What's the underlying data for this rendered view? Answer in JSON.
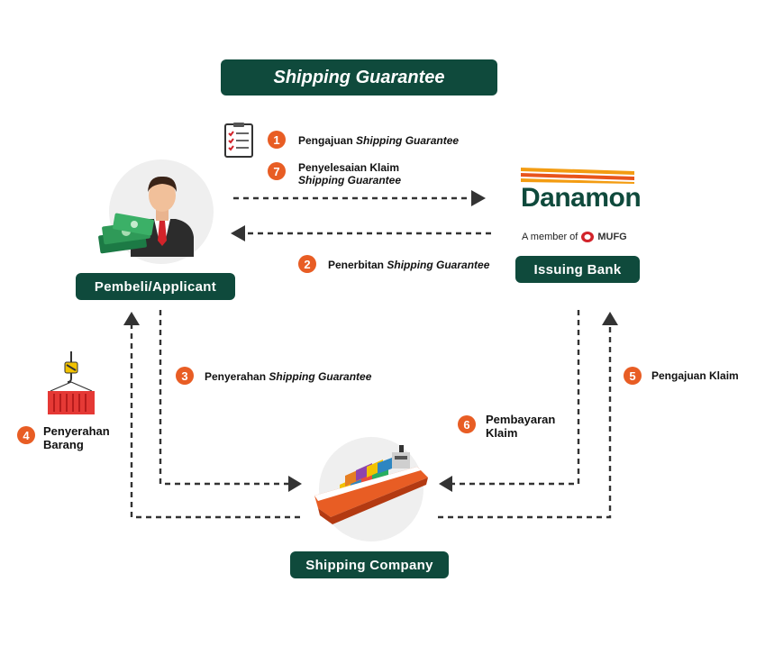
{
  "title": "Shipping Guarantee",
  "nodes": {
    "applicant": "Pembeli/Applicant",
    "bank": "Issuing Bank",
    "shipping": "Shipping Company"
  },
  "bank_logo": {
    "name": "Danamon",
    "member_prefix": "A member of",
    "member_brand": "MUFG"
  },
  "steps": {
    "s1": {
      "num": "1",
      "label": "Pengajuan",
      "label_italic": "Shipping Guarantee"
    },
    "s7": {
      "num": "7",
      "label": "Penyelesaian Klaim",
      "label_italic": "Shipping Guarantee"
    },
    "s2": {
      "num": "2",
      "label": "Penerbitan",
      "label_italic": "Shipping Guarantee"
    },
    "s3": {
      "num": "3",
      "label": "Penyerahan",
      "label_italic": "Shipping Guarantee"
    },
    "s4": {
      "num": "4",
      "line1": "Penyerahan",
      "line2": "Barang"
    },
    "s5": {
      "num": "5",
      "label": "Pengajuan Klaim"
    },
    "s6": {
      "num": "6",
      "line1": "Pembayaran",
      "line2": "Klaim"
    }
  },
  "colors": {
    "pill": "#0f4a3c",
    "badge": "#e85d24",
    "arrow": "#333333",
    "circle": "#efefef"
  },
  "icons": [
    "checklist-icon",
    "businessman-icon",
    "cash-icon",
    "container-crane-icon",
    "cargo-ship-icon",
    "mufg-icon",
    "danamon-stripes-icon"
  ]
}
